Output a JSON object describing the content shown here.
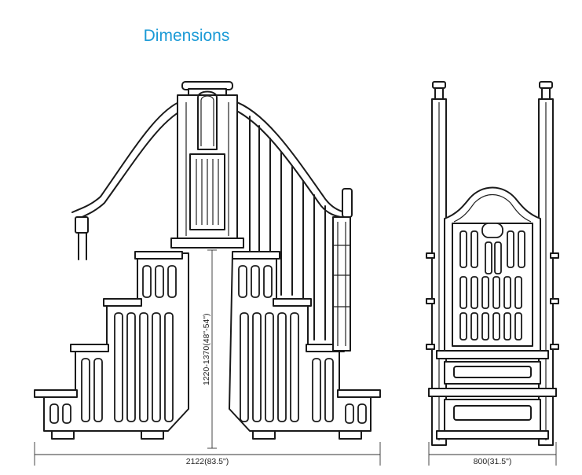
{
  "title": "Dimensions",
  "dimensions": {
    "height": "1220-1370(48\"-54\")",
    "total_width": "2122(83.5\")",
    "ladder_width": "800(31.5\")"
  },
  "colors": {
    "title": "#1a9ad6",
    "line": "#1a1a1a"
  }
}
